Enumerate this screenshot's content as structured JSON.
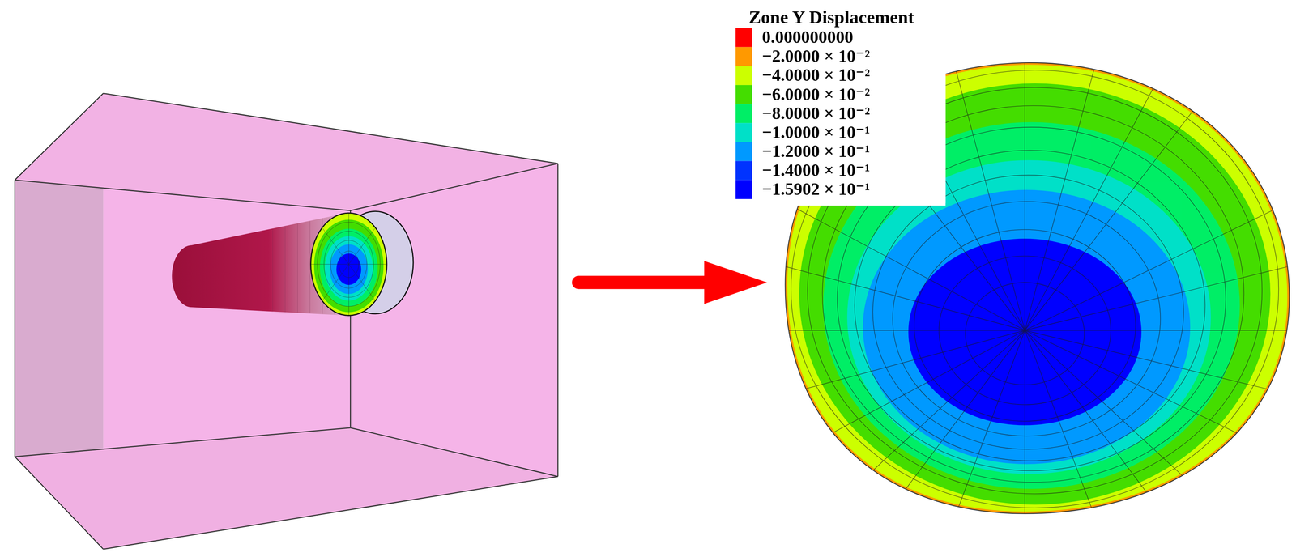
{
  "diagram": {
    "labels": [
      "Zone Y Displacement"
    ],
    "legend": [
      {
        "text": "0.000000000",
        "color": "#ff0000"
      },
      {
        "text": "−2.0000 × 10⁻²",
        "color": "#ff9900"
      },
      {
        "text": "−4.0000 × 10⁻²",
        "color": "#ccff00"
      },
      {
        "text": "−6.0000 × 10⁻²",
        "color": "#44dd00"
      },
      {
        "text": "−8.0000 × 10⁻²",
        "color": "#00ee66"
      },
      {
        "text": "−1.0000 × 10⁻¹",
        "color": "#00e0c8"
      },
      {
        "text": "−1.2000 × 10⁻¹",
        "color": "#0099ff"
      },
      {
        "text": "−1.4000 × 10⁻¹",
        "color": "#0033ff"
      },
      {
        "text": "−1.5902 × 10⁻¹",
        "color": "#0000ff"
      }
    ]
  }
}
